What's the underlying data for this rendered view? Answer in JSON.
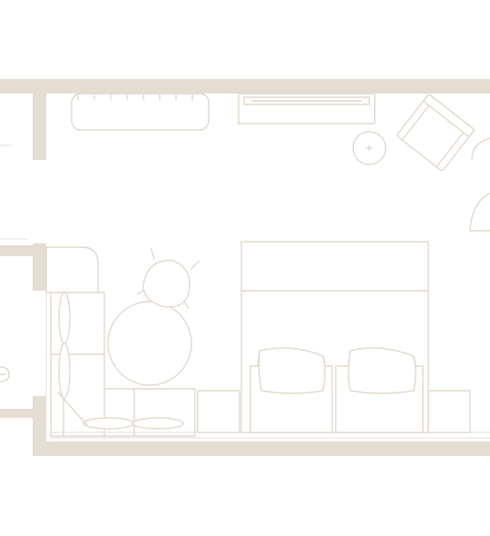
{
  "plan": {
    "colors": {
      "wall": "#e4ddd2",
      "line": "#e1d9cd",
      "background": "#ffffff"
    },
    "furniture": [
      "wall-cabinet",
      "desk",
      "lounge-chair",
      "side-table",
      "door-swing",
      "bench-seat",
      "dining-chair",
      "round-table",
      "double-bed",
      "pillow",
      "nightstand"
    ]
  }
}
